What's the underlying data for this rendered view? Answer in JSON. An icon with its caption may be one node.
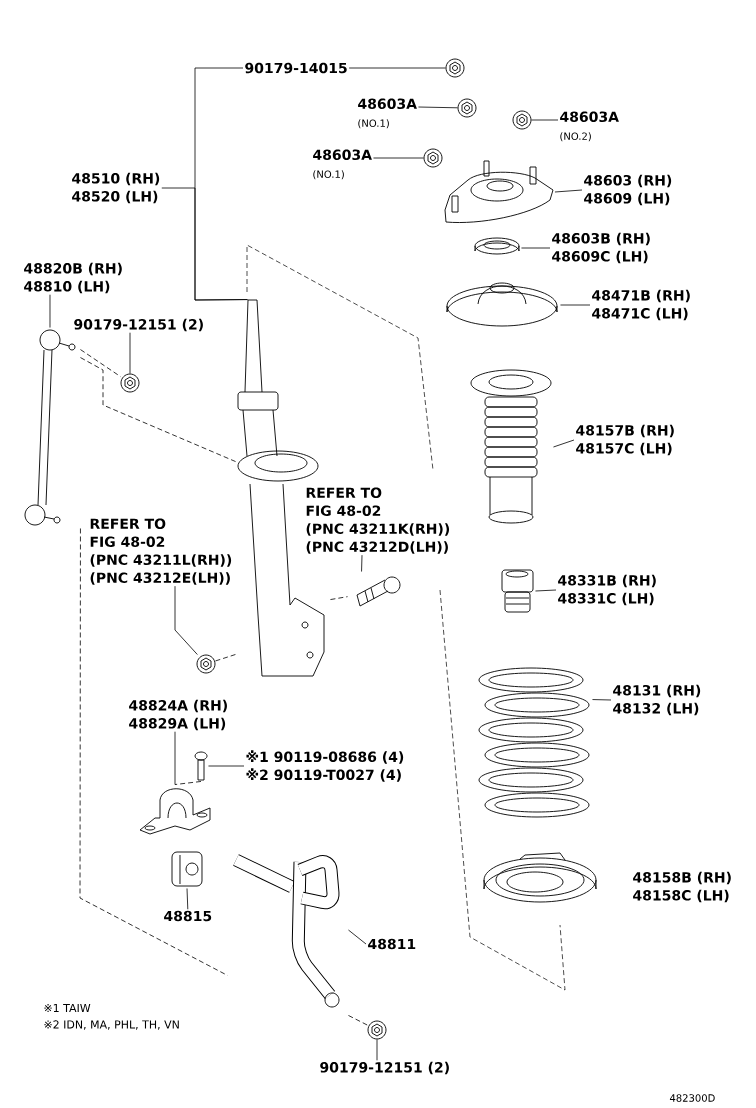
{
  "diagram": {
    "nodes": [
      {
        "text": [
          "90179-14015"
        ]
      },
      {
        "text": [],
        "shape": "picture"
      },
      {
        "text": [
          "48603A",
          "(NO.1)"
        ]
      },
      {
        "text": [],
        "shape": "picture"
      },
      {
        "text": [],
        "shape": "picture"
      },
      {
        "text": [
          "48603A",
          "(NO.2)"
        ]
      },
      {
        "text": [
          "48510 (RH)",
          "48520 (LH)"
        ]
      },
      {
        "text": [
          "48603A",
          "(NO.1)"
        ]
      },
      {
        "text": [],
        "shape": "picture"
      },
      {
        "text": [],
        "shape": "picture"
      },
      {
        "text": [
          "48603 (RH)",
          "48609 (LH)"
        ]
      },
      {
        "text": [],
        "shape": "picture"
      },
      {
        "text": [
          "48603B (RH)",
          "48609C (LH)"
        ]
      },
      {
        "text": [],
        "shape": "picture"
      },
      {
        "text": [
          "48471B (RH)",
          "48471C (LH)"
        ]
      },
      {
        "text": [
          "48820B (RH)",
          "48810 (LH)"
        ]
      },
      {
        "text": [
          "90179-12151 (2)"
        ]
      },
      {
        "text": [],
        "shape": "picture"
      },
      {
        "text": [],
        "shape": "picture"
      },
      {
        "text": [],
        "shape": "picture"
      },
      {
        "text": [],
        "shape": "picture"
      },
      {
        "text": [
          "48157B (RH)",
          "48157C (LH)"
        ]
      },
      {
        "text": [
          "REFER TO FIG 48-02",
          "(PNC 43211K(RH))",
          "(PNC 43212D(LH))"
        ]
      },
      {
        "text": [
          "REFER TO FIG 48-02",
          "(PNC 43211L(RH))",
          "(PNC 43212E(LH))"
        ]
      },
      {
        "text": [],
        "shape": "picture"
      },
      {
        "text": [],
        "shape": "picture"
      },
      {
        "text": [],
        "shape": "picture"
      },
      {
        "text": [
          "48331B (RH)",
          "48331C (LH)"
        ]
      },
      {
        "text": [],
        "shape": "picture"
      },
      {
        "text": [
          "48131 (RH)",
          "48132 (LH)"
        ]
      },
      {
        "text": [
          "48824A (RH)",
          "48829A (LH)"
        ]
      },
      {
        "text": [
          "※1 90119-08686 (4)",
          "※2 90119-T0027 (4)"
        ]
      },
      {
        "text": [],
        "shape": "picture"
      },
      {
        "text": [],
        "shape": "picture"
      },
      {
        "text": [],
        "shape": "picture"
      },
      {
        "text": [
          "48815"
        ]
      },
      {
        "text": [],
        "shape": "picture"
      },
      {
        "text": [],
        "shape": "picture"
      },
      {
        "text": [
          "48158B (RH)",
          "48158C (LH)"
        ]
      },
      {
        "text": [
          "48811"
        ]
      },
      {
        "text": [],
        "shape": "picture"
      },
      {
        "text": [
          "90179-12151 (2)"
        ]
      }
    ],
    "edges": [
      {
        "from": 0,
        "to": 1,
        "arrow": "none"
      },
      {
        "from": 0,
        "to": 19,
        "arrow": "none"
      },
      {
        "from": 6,
        "to": 19,
        "arrow": "none"
      },
      {
        "from": 2,
        "to": 3,
        "arrow": "none"
      },
      {
        "from": 5,
        "to": 4,
        "arrow": "none"
      },
      {
        "from": 7,
        "to": 8,
        "arrow": "none"
      },
      {
        "from": 10,
        "to": 9,
        "arrow": "none"
      },
      {
        "from": 12,
        "to": 11,
        "arrow": "none"
      },
      {
        "from": 14,
        "to": 13,
        "arrow": "none"
      },
      {
        "from": 15,
        "to": 17,
        "arrow": "none"
      },
      {
        "from": 16,
        "to": 18,
        "arrow": "none"
      },
      {
        "from": 21,
        "to": 20,
        "arrow": "none"
      },
      {
        "from": 22,
        "to": 24,
        "arrow": "none"
      },
      {
        "from": 23,
        "to": 25,
        "arrow": "none"
      },
      {
        "from": 27,
        "to": 26,
        "arrow": "none"
      },
      {
        "from": 29,
        "to": 28,
        "arrow": "none"
      },
      {
        "from": 30,
        "to": 33,
        "arrow": "none"
      },
      {
        "from": 31,
        "to": 32,
        "arrow": "none"
      },
      {
        "from": 35,
        "to": 34,
        "arrow": "none"
      },
      {
        "from": 39,
        "to": 36,
        "arrow": "none"
      },
      {
        "from": 41,
        "to": 40,
        "arrow": "none"
      },
      {
        "from": 17,
        "to": 18,
        "arrow": "none",
        "style": "dashed"
      },
      {
        "from": 17,
        "to": 19,
        "arrow": "none",
        "style": "dashed"
      },
      {
        "from": 17,
        "to": 36,
        "arrow": "none",
        "style": "dashed"
      },
      {
        "from": 36,
        "to": 40,
        "arrow": "none",
        "style": "dashed"
      },
      {
        "from": 19,
        "to": 24,
        "arrow": "none",
        "style": "dashed"
      },
      {
        "from": 25,
        "to": 19,
        "arrow": "none",
        "style": "dashed"
      },
      {
        "from": 32,
        "to": 33,
        "arrow": "none",
        "style": "dashed"
      }
    ],
    "labels": [
      "※1 TAIW",
      "※2 IDN, MA, PHL, TH, VN",
      "482300D"
    ]
  }
}
